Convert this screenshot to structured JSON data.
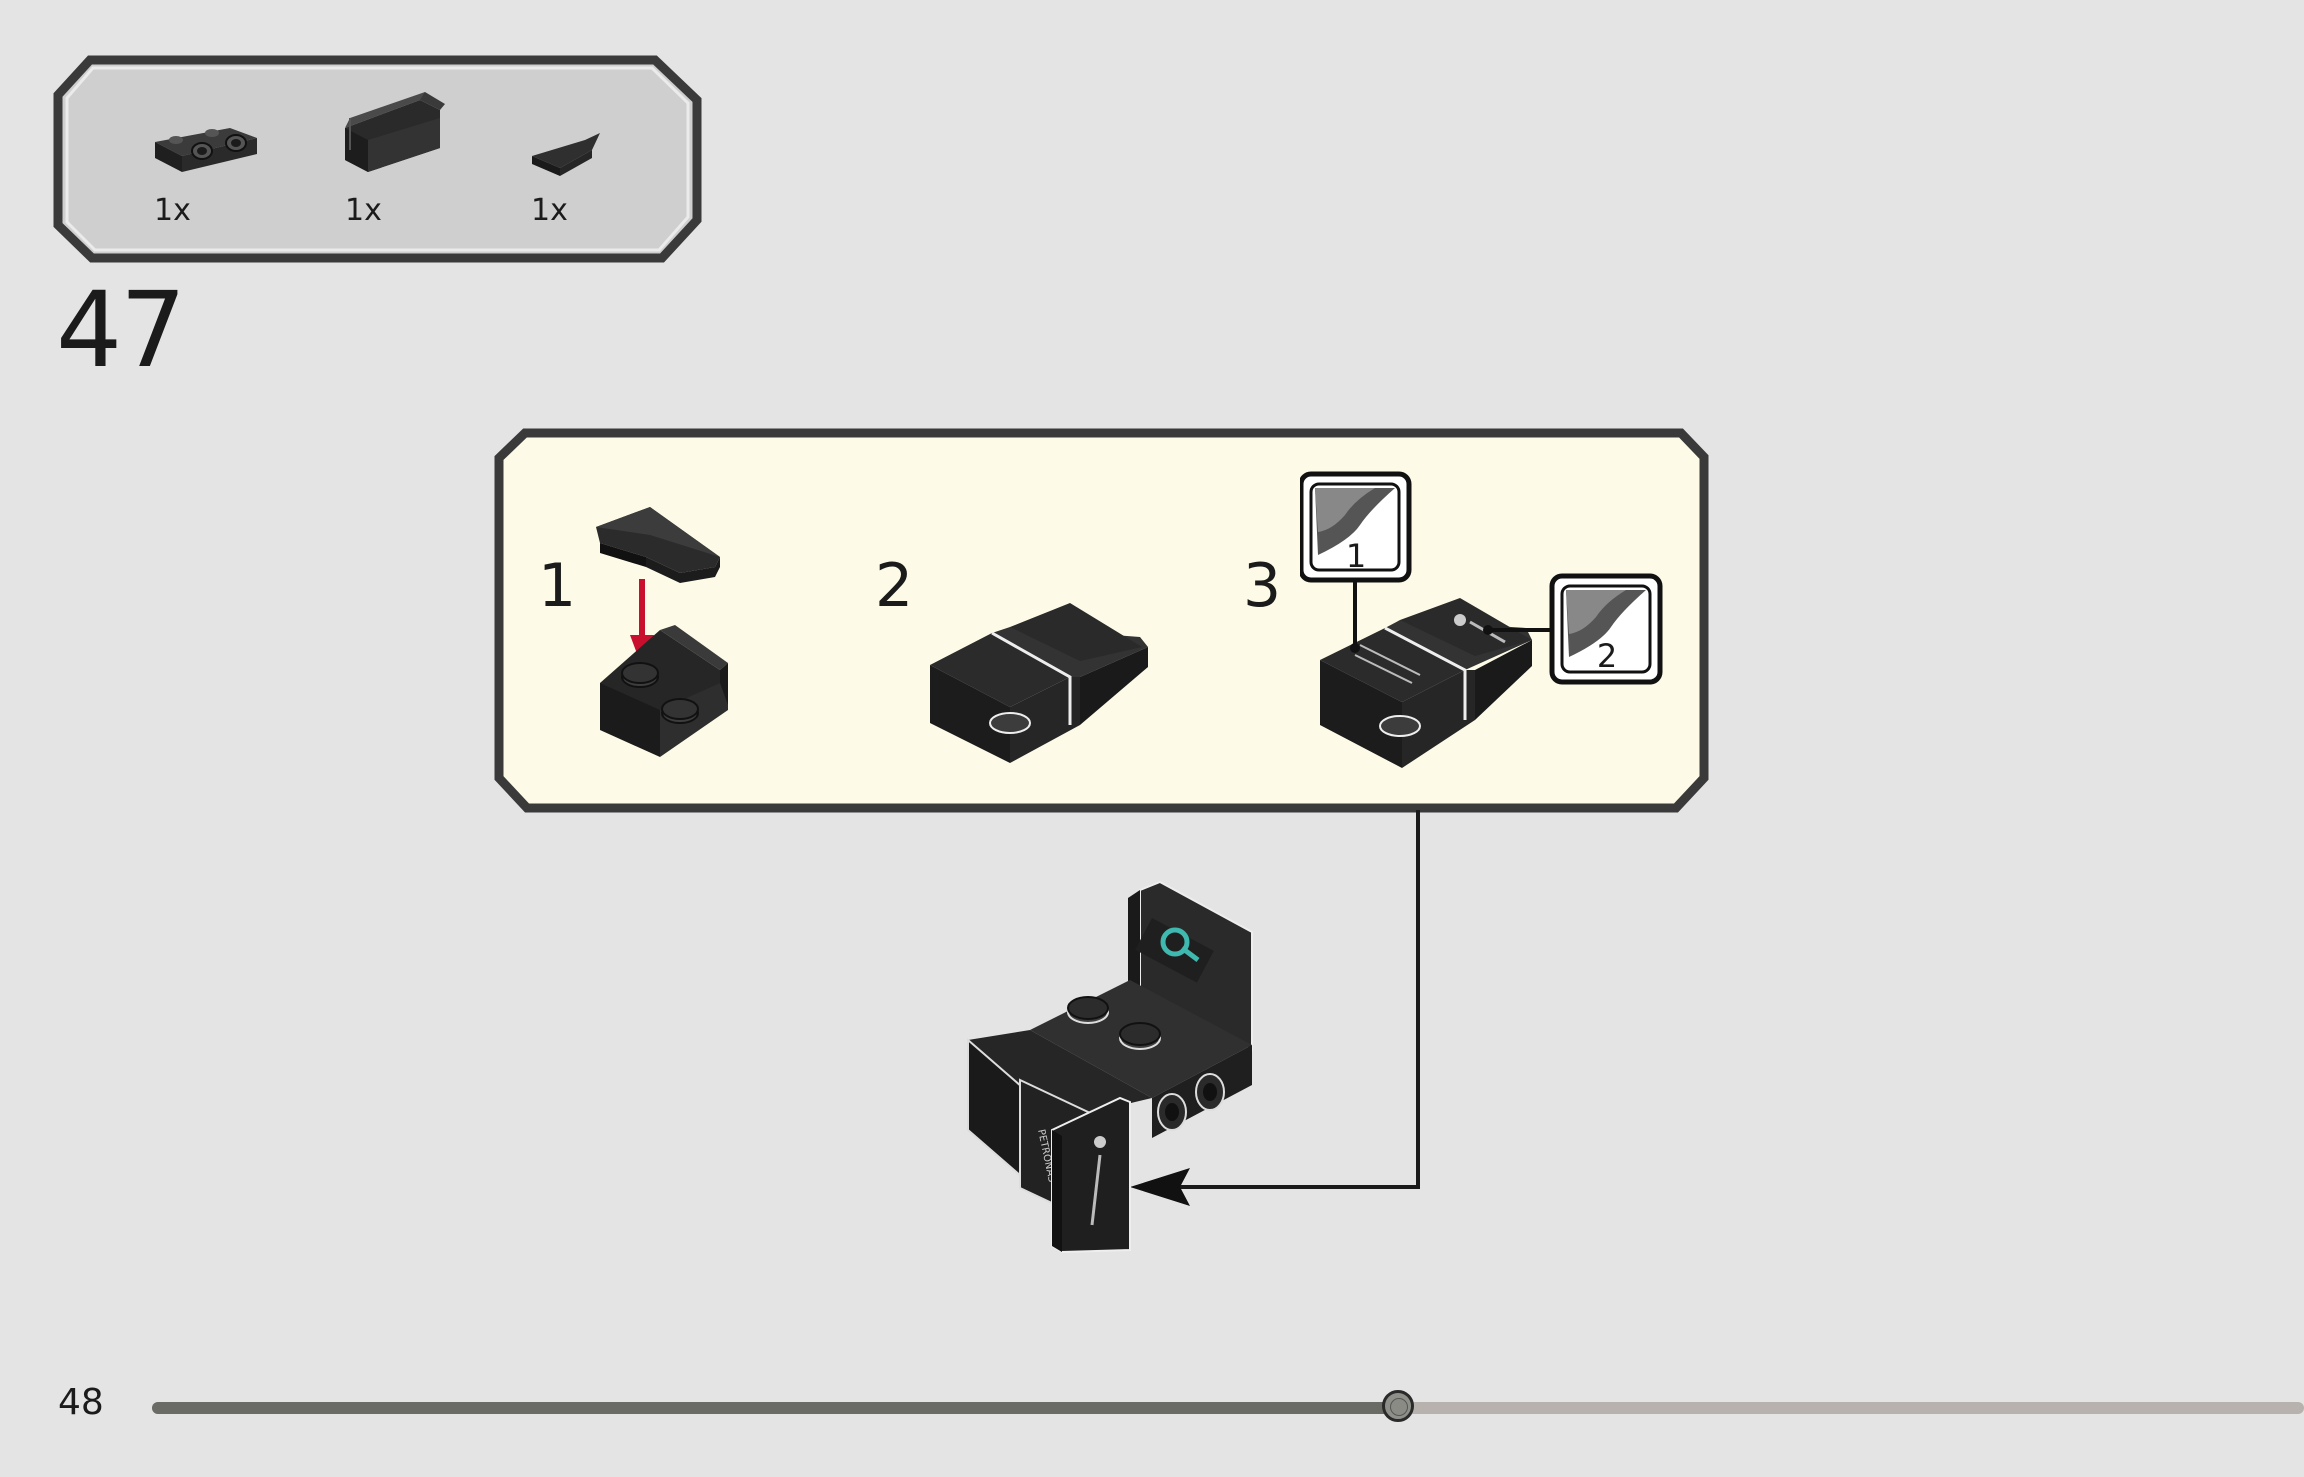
{
  "parts_list": {
    "items": [
      {
        "part": "bracket-plate-icon",
        "qty": "1x"
      },
      {
        "part": "panel-icon",
        "qty": "1x"
      },
      {
        "part": "wedge-plate-icon",
        "qty": "1x"
      }
    ]
  },
  "step": {
    "number": "47",
    "substeps": [
      {
        "number": "1"
      },
      {
        "number": "2"
      },
      {
        "number": "3"
      }
    ],
    "stickers": [
      {
        "number": "1"
      },
      {
        "number": "2"
      }
    ]
  },
  "footer": {
    "page_number": "48",
    "progress": 0.58
  },
  "colors": {
    "background": "#e4e4e4",
    "callout_background": "#fdfbe8",
    "parts_panel_background": "#cfcfcf",
    "arrow_red": "#c8102e",
    "brick_dark": "#262626"
  }
}
